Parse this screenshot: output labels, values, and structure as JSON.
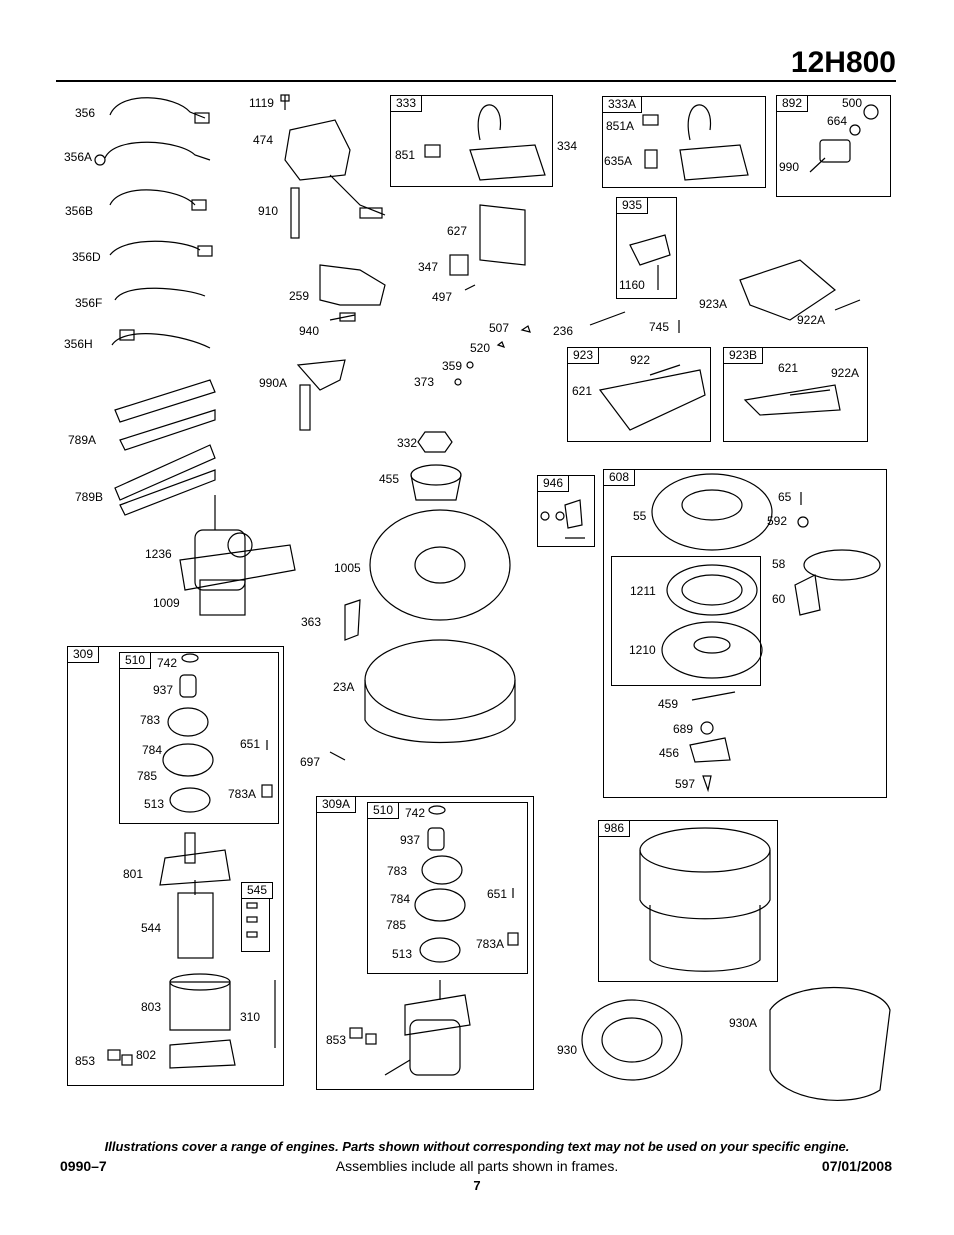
{
  "header": {
    "model": "12H800"
  },
  "frames": {
    "f333": "333",
    "f333A": "333A",
    "f892": "892",
    "f935": "935",
    "f923": "923",
    "f923B": "923B",
    "f946": "946",
    "f608": "608",
    "f309": "309",
    "f510a": "510",
    "f545": "545",
    "f309A": "309A",
    "f510b": "510",
    "f986": "986"
  },
  "parts": {
    "p356": "356",
    "p356A": "356A",
    "p356B": "356B",
    "p356D": "356D",
    "p356F": "356F",
    "p356H": "356H",
    "p789A": "789A",
    "p789B": "789B",
    "p1236": "1236",
    "p1009": "1009",
    "p1119": "1119",
    "p474": "474",
    "p910": "910",
    "p259": "259",
    "p940": "940",
    "p990A": "990A",
    "p851": "851",
    "p334": "334",
    "p851A": "851A",
    "p635A": "635A",
    "p500": "500",
    "p664": "664",
    "p990": "990",
    "p1160": "1160",
    "p627": "627",
    "p347": "347",
    "p497": "497",
    "p507": "507",
    "p520": "520",
    "p359": "359",
    "p373": "373",
    "p236": "236",
    "p745": "745",
    "p923A": "923A",
    "p922A1": "922A",
    "p922": "922",
    "p621a": "621",
    "p621b": "621",
    "p922A2": "922A",
    "p332": "332",
    "p455": "455",
    "p1005": "1005",
    "p363": "363",
    "p23A": "23A",
    "p697": "697",
    "p55": "55",
    "p65": "65",
    "p592": "592",
    "p58": "58",
    "p60": "60",
    "p1211": "1211",
    "p1210": "1210",
    "p459": "459",
    "p689": "689",
    "p456": "456",
    "p597": "597",
    "pa742": "742",
    "pa937": "937",
    "pa783": "783",
    "pa784": "784",
    "pa785": "785",
    "pa651": "651",
    "pa783A": "783A",
    "pa513": "513",
    "pa801": "801",
    "pa544": "544",
    "pa803": "803",
    "pa310": "310",
    "pa853": "853",
    "pa802": "802",
    "pb742": "742",
    "pb937": "937",
    "pb783": "783",
    "pb784": "784",
    "pb785": "785",
    "pb651": "651",
    "pb783A": "783A",
    "pb513": "513",
    "pb853": "853",
    "p930": "930",
    "p930A": "930A"
  },
  "footer": {
    "note": "Illustrations cover a range of engines. Parts shown without corresponding text may not be used on your specific engine.",
    "doc_id": "0990–7",
    "assemblies": "Assemblies include all parts shown in frames.",
    "date": "07/01/2008",
    "page": "7"
  }
}
